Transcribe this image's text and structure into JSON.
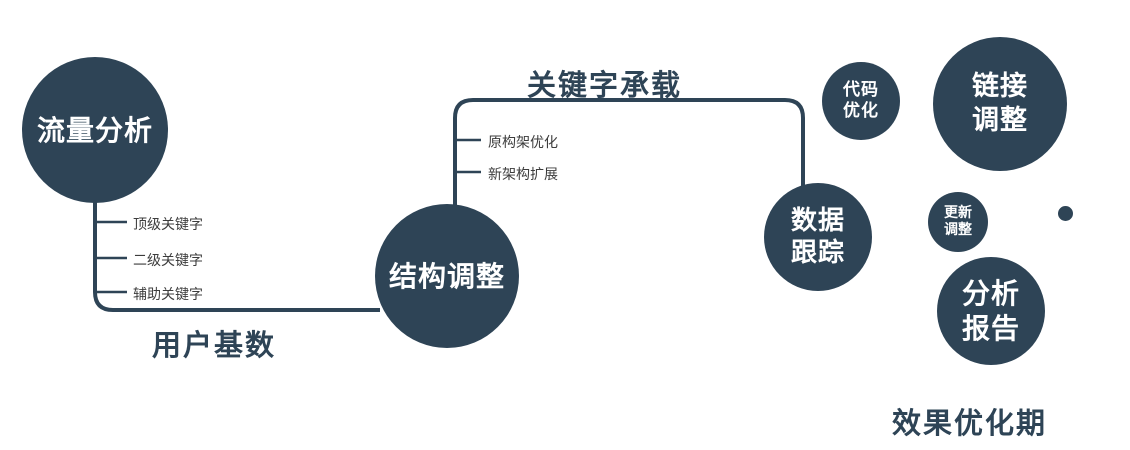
{
  "diagram": {
    "colors": {
      "node_fill": "#2E4456",
      "node_text": "#FFFFFF",
      "edge_line": "#2E4456",
      "edge_label_text": "#2E4456",
      "branch_text": "#3C3C3C"
    },
    "nodes": {
      "traffic_analysis": {
        "label": "流量分析"
      },
      "structure_adjustment": {
        "label": "结构调整"
      },
      "data_tracking": {
        "line1": "数据",
        "line2": "跟踪"
      },
      "code_optimization": {
        "line1": "代码",
        "line2": "优化"
      },
      "link_adjustment": {
        "line1": "链接",
        "line2": "调整"
      },
      "update_adjustment": {
        "line1": "更新",
        "line2": "调整"
      },
      "analysis_report": {
        "line1": "分析",
        "line2": "报告"
      }
    },
    "edge_labels": {
      "user_base": "用户基数",
      "keyword_carry": "关键字承载"
    },
    "traffic_branches": [
      "顶级关键字",
      "二级关键字",
      "辅助关键字"
    ],
    "structure_branches": [
      "原构架优化",
      "新架构扩展"
    ],
    "phase_label": "效果优化期"
  }
}
